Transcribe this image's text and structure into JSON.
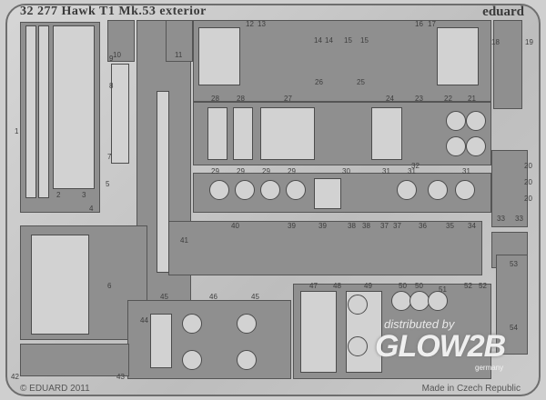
{
  "fret": {
    "title": "32 277  Hawk T1 Mk.53 exterior",
    "brand": "eduard",
    "copyright": "© EDUARD 2011",
    "origin": "Made in Czech Republic",
    "part_numbers": [
      "1",
      "2",
      "3",
      "4",
      "5",
      "6",
      "7",
      "8",
      "9",
      "10",
      "11",
      "12",
      "13",
      "14",
      "14",
      "15",
      "15",
      "16",
      "17",
      "18",
      "19",
      "20",
      "20",
      "20",
      "21",
      "22",
      "23",
      "24",
      "25",
      "26",
      "27",
      "28",
      "28",
      "29",
      "29",
      "29",
      "29",
      "30",
      "31",
      "31",
      "31",
      "32",
      "33",
      "33",
      "34",
      "35",
      "36",
      "37",
      "37",
      "38",
      "38",
      "39",
      "39",
      "40",
      "41",
      "42",
      "43",
      "44",
      "45",
      "45",
      "46",
      "47",
      "48",
      "49",
      "50",
      "50",
      "51",
      "52",
      "52",
      "53",
      "54"
    ]
  },
  "watermark": {
    "line1": "distributed by",
    "logo": "GLOW2B",
    "line2": "germany"
  },
  "colors": {
    "metal": "#c8c8c8",
    "panel": "#8f8f8f",
    "outline": "#4c4c4c"
  }
}
